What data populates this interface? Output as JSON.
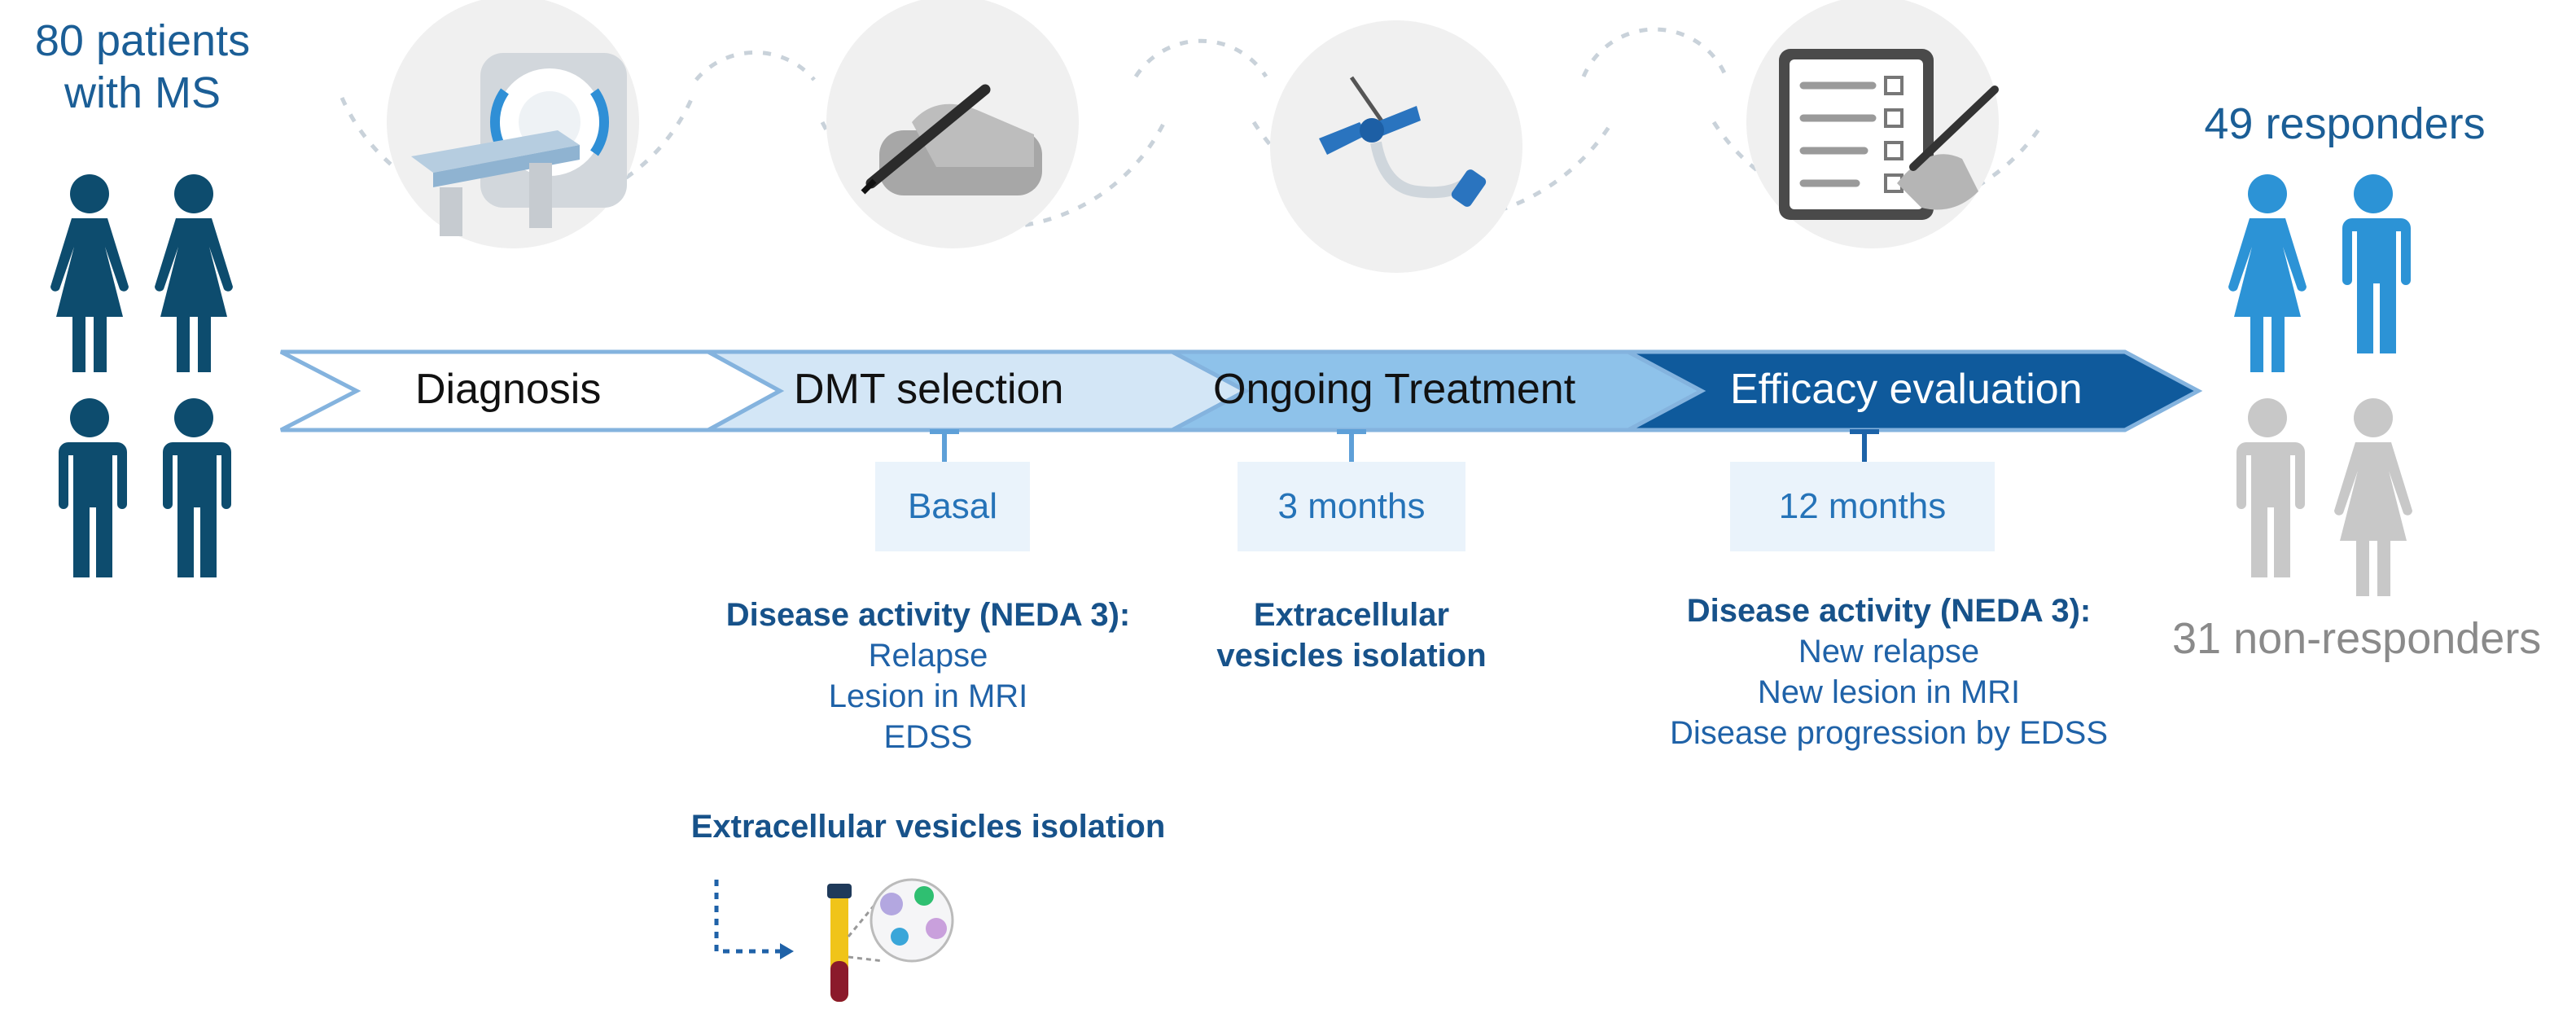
{
  "cohort": {
    "line1": "80 patients",
    "line2": "with MS"
  },
  "outcomes": {
    "responders": "49 responders",
    "non_responders": "31 non-responders"
  },
  "stages": [
    {
      "label": "Diagnosis",
      "icon": "mri-scanner-icon"
    },
    {
      "label": "DMT selection",
      "icon": "hand-writing-icon"
    },
    {
      "label": "Ongoing Treatment",
      "icon": "blood-draw-needle-icon"
    },
    {
      "label": "Efficacy evaluation",
      "icon": "checklist-clipboard-icon"
    }
  ],
  "timepoints": {
    "basal": "Basal",
    "month3": "3 months",
    "month12": "12 months"
  },
  "basal_block": {
    "heading": "Disease activity (NEDA 3):",
    "items": [
      "Relapse",
      "Lesion in MRI",
      "EDSS"
    ],
    "ev_heading": "Extracellular vesicles isolation"
  },
  "month3_block": {
    "line1": "Extracellular",
    "line2": "vesicles isolation"
  },
  "month12_block": {
    "heading": "Disease activity (NEDA 3):",
    "items": [
      "New relapse",
      "New lesion in MRI",
      "Disease progression by EDSS"
    ]
  },
  "colors": {
    "dark_navy": "#0d4c6e",
    "responder_blue": "#2c93d6",
    "non_responder_grey": "#c8c8c8",
    "stage1": "#ffffff",
    "stage2": "#d3e6f6",
    "stage3": "#8ec2ea",
    "stage4": "#0f5a9c"
  }
}
